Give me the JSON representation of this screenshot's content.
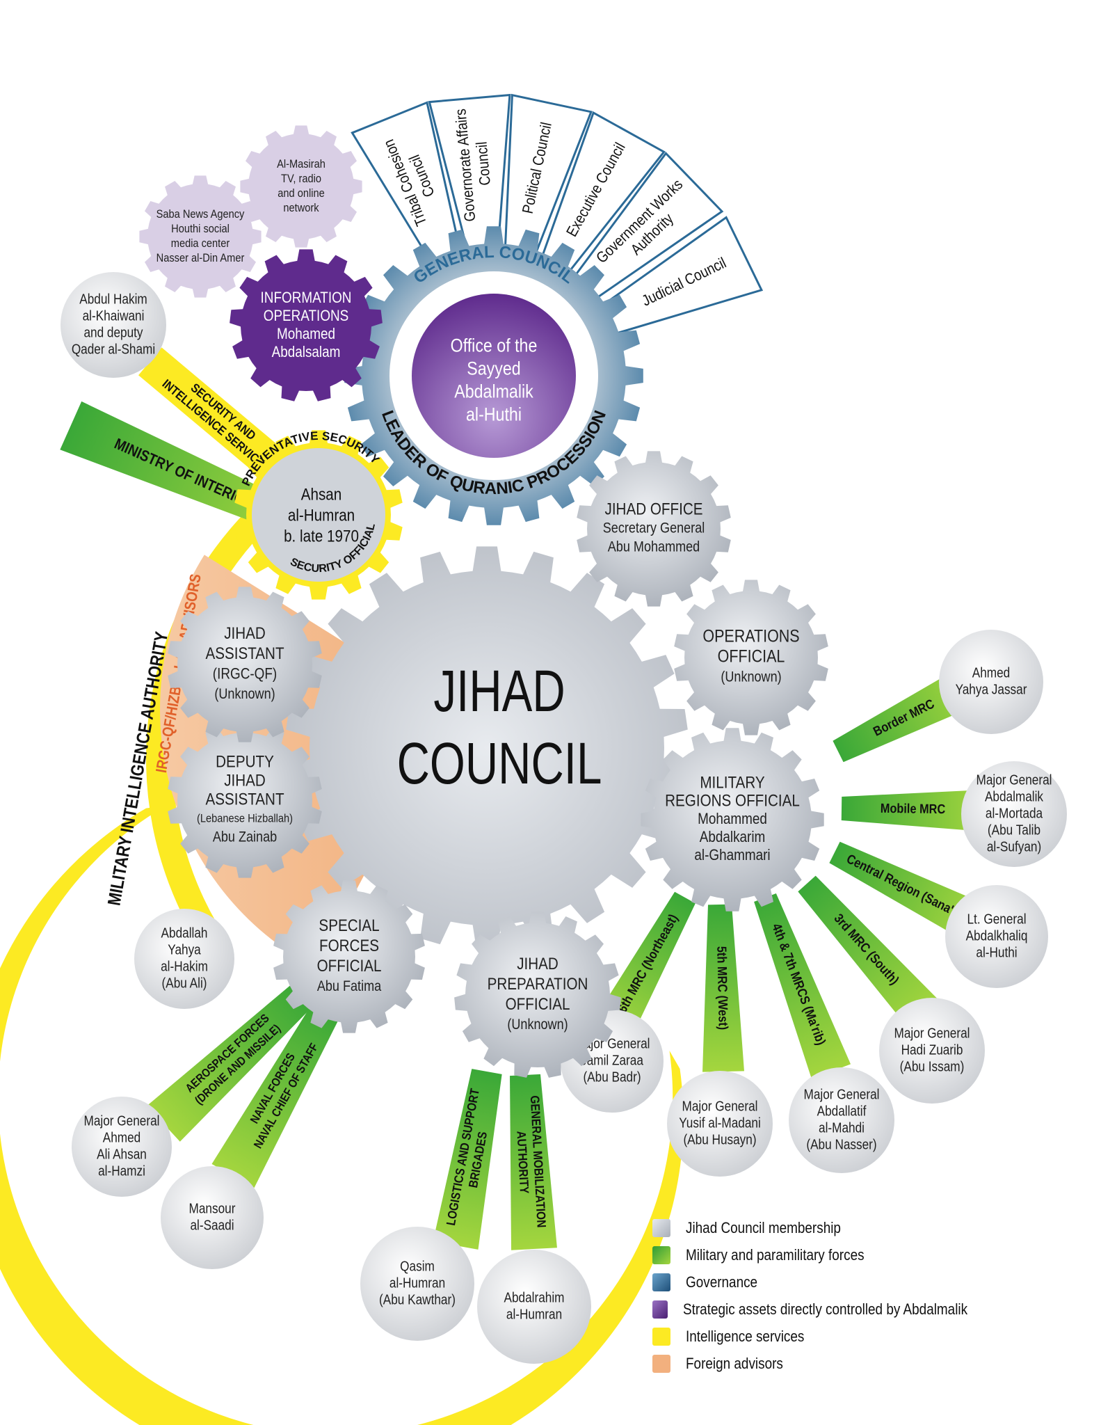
{
  "colors": {
    "council_gray": "#b9bec6",
    "military_green": "#2e9b36",
    "governance_blue": "#2b6a97",
    "strategic_purple": "#5f2b8d",
    "intel_yellow": "#fcea23",
    "foreign_orange": "#f2b07e",
    "media_lilac": "#d9cfe5"
  },
  "jihad_council": {
    "line1": "JIHAD",
    "line2": "COUNCIL"
  },
  "leader": {
    "lines": [
      "Office of the",
      "Sayyed",
      "Abdalmalik",
      "al-Huthi"
    ],
    "arc_top": "GENERAL COUNCIL",
    "arc_bottom": "LEADER OF QURANIC PROCESSION"
  },
  "governance_councils": [
    {
      "lines": [
        "Tribal Cohesion",
        "Council"
      ]
    },
    {
      "lines": [
        "Governorate Affairs",
        "Council"
      ]
    },
    {
      "lines": [
        "Political Council"
      ]
    },
    {
      "lines": [
        "Executive Council"
      ]
    },
    {
      "lines": [
        "Government Works",
        "Authority"
      ]
    },
    {
      "lines": [
        "Judicial Council"
      ]
    }
  ],
  "info_ops": {
    "lines": [
      "INFORMATION",
      "OPERATIONS",
      "Mohamed",
      "Abdalsalam"
    ]
  },
  "media": [
    {
      "lines": [
        "Al-Masirah",
        "TV, radio",
        "and online",
        "network"
      ]
    },
    {
      "lines": [
        "Saba News Agency",
        "Houthi social",
        "media center",
        "Nasser al-Din Amer"
      ]
    }
  ],
  "security_official": {
    "lines": [
      "Ahsan",
      "al-Humran",
      "b. late 1970"
    ],
    "arc_top": "PREVENTATIVE SECURITY",
    "arc_bottom": "SECURITY OFFICIAL"
  },
  "security_intel_service": {
    "label_lines": [
      "SECURITY AND",
      "INTELLIGENCE SERVICE"
    ],
    "person_lines": [
      "Abdul Hakim",
      "al-Khaiwani",
      "and deputy",
      "Qader al-Shami"
    ]
  },
  "ministry_interior": {
    "label": "MINISTRY OF INTERIOR"
  },
  "military_intel": {
    "label": "MILITARY INTELLIGENCE AUTHORITY",
    "person_lines": [
      "Abdallah",
      "Yahya",
      "al-Hakim",
      "(Abu Ali)"
    ]
  },
  "advisors": {
    "label": "IRGC-QF/HIZBALLAH ADVISORS"
  },
  "gears": {
    "jihad_office": {
      "lines": [
        "JIHAD OFFICE",
        "Secretary General",
        "Abu Mohammed"
      ]
    },
    "operations": {
      "lines": [
        "OPERATIONS",
        "OFFICIAL",
        "(Unknown)"
      ]
    },
    "military_regions": {
      "lines": [
        "MILITARY",
        "REGIONS OFFICIAL",
        "Mohammed",
        "Abdalkarim",
        "al-Ghammari"
      ]
    },
    "preparation": {
      "lines": [
        "JIHAD",
        "PREPARATION",
        "OFFICIAL",
        "(Unknown)"
      ]
    },
    "special_forces": {
      "lines": [
        "SPECIAL",
        "FORCES",
        "OFFICIAL",
        "Abu Fatima"
      ]
    },
    "deputy_assistant": {
      "lines": [
        "DEPUTY",
        "JIHAD",
        "ASSISTANT",
        "(Lebanese Hizballah)",
        "Abu Zainab"
      ]
    },
    "assistant": {
      "lines": [
        "JIHAD",
        "ASSISTANT",
        "(IRGC-QF)",
        "(Unknown)"
      ]
    }
  },
  "mrc_branches": [
    {
      "label": "Border MRC",
      "person_lines": [
        "Ahmed",
        "Yahya Jassar"
      ]
    },
    {
      "label": "Mobile MRC",
      "person_lines": [
        "Major General",
        "Abdalmalik",
        "al-Mortada",
        "(Abu Talib",
        "al-Sufyan)"
      ]
    },
    {
      "label": "Central Region (Sana'a)",
      "person_lines": [
        "Lt. General",
        "Abdalkhaliq",
        "al-Huthi"
      ]
    },
    {
      "label": "3rd MRC (South)",
      "person_lines": [
        "Major General",
        "Hadi Zuarib",
        "(Abu Issam)"
      ]
    },
    {
      "label": "4th & 7th MRCS (Ma'rib)",
      "person_lines": [
        "Major General",
        "Abdallatif",
        "al-Mahdi",
        "(Abu Nasser)"
      ]
    },
    {
      "label": "5th MRC (West)",
      "person_lines": [
        "Major General",
        "Yusif al-Madani",
        "(Abu Husayn)"
      ]
    },
    {
      "label": "6th MRC (Northeast)",
      "person_lines": [
        "Major General",
        "Jamil Zaraa",
        "(Abu Badr)"
      ]
    }
  ],
  "prep_branches": [
    {
      "label_lines": [
        "LOGISTICS AND SUPPORT",
        "BRIGADES"
      ],
      "person_lines": [
        "Qasim",
        "al-Humran",
        "(Abu Kawthar)"
      ]
    },
    {
      "label_lines": [
        "GENERAL MOBILIZATION",
        "AUTHORITY"
      ],
      "person_lines": [
        "Abdalrahim",
        "al-Humran"
      ]
    }
  ],
  "sf_branches": [
    {
      "label_lines": [
        "AEROSPACE FORCES",
        "(DRONE AND MISSILE)"
      ],
      "person_lines": [
        "Major General",
        "Ahmed",
        "Ali Ahsan",
        "al-Hamzi"
      ]
    },
    {
      "label_lines": [
        "NAVAL FORCES",
        "NAVAL CHIEF OF STAFF"
      ],
      "person_lines": [
        "Mansour",
        "al-Saadi"
      ]
    }
  ],
  "legend": [
    {
      "label": "Jihad Council membership",
      "color": "#c3c8d0"
    },
    {
      "label": "Military and paramilitary forces",
      "color": "#2e9b36"
    },
    {
      "label": "Governance",
      "color": "#2b6a97"
    },
    {
      "label": "Strategic assets directly controlled by Abdalmalik",
      "color": "#5f2b8d"
    },
    {
      "label": "Intelligence services",
      "color": "#fcea23"
    },
    {
      "label": "Foreign advisors",
      "color": "#f2b07e"
    }
  ]
}
